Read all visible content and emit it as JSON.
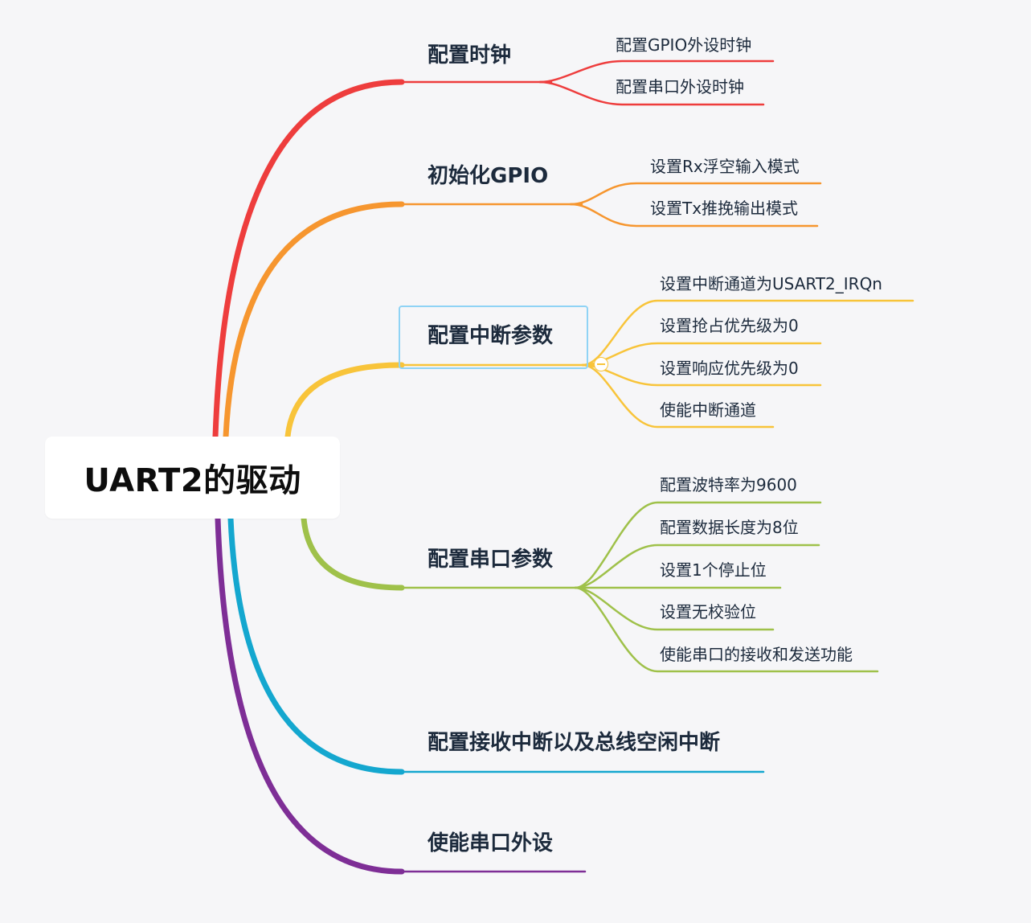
{
  "root": {
    "label": "UART2的驱动"
  },
  "branches": [
    {
      "label": "配置时钟",
      "color": "#ee3d3d",
      "children": [
        "配置GPIO外设时钟",
        "配置串口外设时钟"
      ]
    },
    {
      "label": "初始化GPIO",
      "color": "#f6962f",
      "children": [
        "设置Rx浮空输入模式",
        "设置Tx推挽输出模式"
      ]
    },
    {
      "label": "配置中断参数",
      "color": "#f8c43a",
      "selected": true,
      "collapse_icon": "minus-circle-icon",
      "children": [
        "设置中断通道为USART2_IRQn",
        "设置抢占优先级为0",
        "设置响应优先级为0",
        "使能中断通道"
      ]
    },
    {
      "label": "配置串口参数",
      "color": "#9fc14a",
      "children": [
        "配置波特率为9600",
        "配置数据长度为8位",
        "设置1个停止位",
        "设置无校验位",
        "使能串口的接收和发送功能"
      ]
    },
    {
      "label": "配置接收中断以及总线空闲中断",
      "color": "#14a7cf",
      "children": []
    },
    {
      "label": "使能串口外设",
      "color": "#7e2e96",
      "children": []
    }
  ]
}
